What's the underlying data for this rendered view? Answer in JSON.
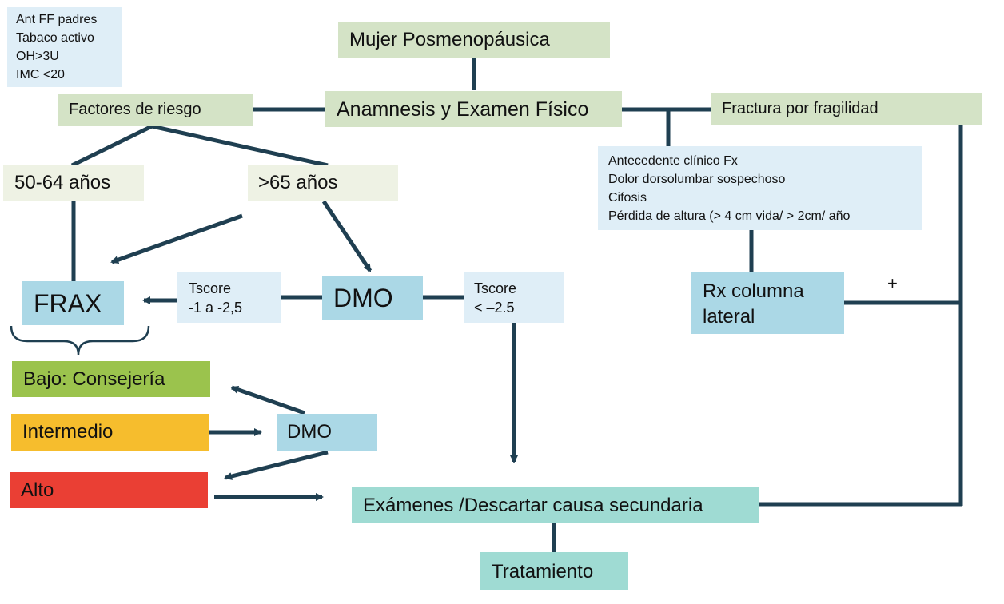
{
  "nodes": {
    "risk_list": "Ant FF padres\nTabaco activo\nOH>3U\nIMC <20",
    "mujer": "Mujer Posmenopáusica",
    "anamnesis": "Anamnesis y Examen Físico",
    "factores": "Factores de riesgo",
    "fractura": "Fractura por fragilidad",
    "antecedente_list": "Antecedente clínico Fx\nDolor dorsolumbar sospechoso\nCifosis\nPérdida de altura (> 4 cm vida/ > 2cm/ año",
    "age_50_64": "50-64 años",
    "age_65": ">65 años",
    "frax": "FRAX",
    "tscore_mid": "Tscore\n -1 a -2,5",
    "dmo_main": "DMO",
    "tscore_low": "Tscore\n< –2.5",
    "rx": "Rx columna\nlateral",
    "plus": "+",
    "bajo": "Bajo: Consejería",
    "intermedio": "Intermedio",
    "dmo_small": "DMO",
    "alto": "Alto",
    "examenes": "Exámenes /Descartar causa secundaria",
    "tratamiento": "Tratamiento"
  },
  "colors": {
    "lines": "#1f3f51",
    "light_green": "#d4e3c6",
    "pale_blue": "#dfeef7",
    "blue": "#abd8e6",
    "teal": "#9fdbd3",
    "low_green": "#9bc34d",
    "mid_orange": "#f6bd2d",
    "high_red": "#ea3f34"
  }
}
